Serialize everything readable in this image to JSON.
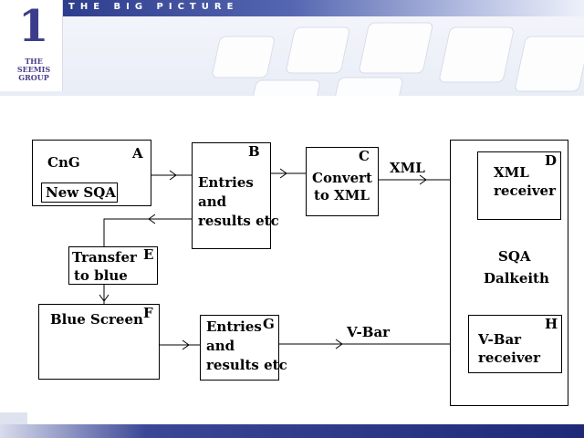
{
  "header": {
    "banner_text": "THE BIG PICTURE",
    "logo": {
      "numeral": "1",
      "line1": "THE",
      "line2": "SEEMIS",
      "line3": "GROUP"
    }
  },
  "diagram": {
    "nodes": {
      "A": {
        "label": "CnG",
        "sublabel": "New SQA",
        "letter": "A"
      },
      "B": {
        "line1": "Entries",
        "line2": "and",
        "line3": "results etc",
        "letter": "B"
      },
      "C": {
        "line1": "Convert",
        "line2": "to XML",
        "letter": "C"
      },
      "D": {
        "line1": "XML",
        "line2": "receiver",
        "letter": "D"
      },
      "E": {
        "line1": "Transfer",
        "line2": "to blue",
        "letter": "E"
      },
      "F": {
        "label": "Blue Screen",
        "letter": "F"
      },
      "G": {
        "line1": "Entries",
        "line2": "and",
        "line3": "results etc",
        "letter": "G"
      },
      "H": {
        "line1": "V-Bar",
        "line2": "receiver",
        "letter": "H"
      },
      "SQA": {
        "line1": "SQA",
        "line2": "Dalkeith"
      }
    },
    "edge_labels": {
      "xml": "XML",
      "vbar": "V-Bar"
    }
  }
}
